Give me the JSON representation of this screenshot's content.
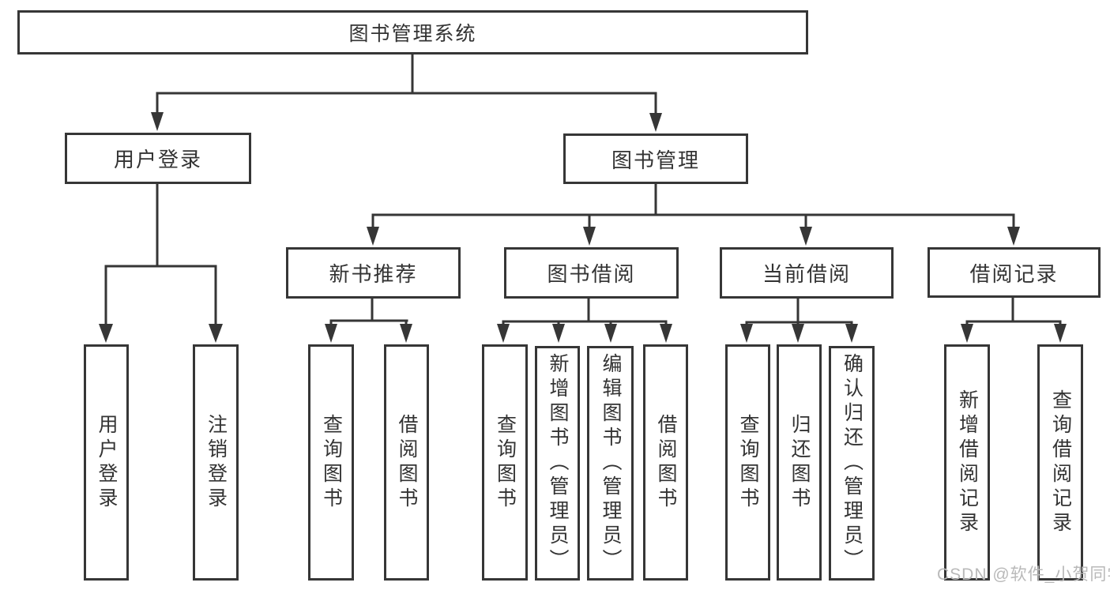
{
  "tree": {
    "root": "图书管理系统",
    "branches": [
      {
        "label": "用户登录",
        "children": [
          "用户登录",
          "注销登录"
        ]
      },
      {
        "label": "图书管理",
        "groups": [
          {
            "label": "新书推荐",
            "children": [
              "查询图书",
              "借阅图书"
            ]
          },
          {
            "label": "图书借阅",
            "children": [
              "查询图书",
              "新增图书（管理员）",
              "编辑图书（管理员）",
              "借阅图书"
            ]
          },
          {
            "label": "当前借阅",
            "children": [
              "查询图书",
              "归还图书",
              "确认归还（管理员）"
            ]
          },
          {
            "label": "借阅记录",
            "children": [
              "新增借阅记录",
              "查询借阅记录"
            ]
          }
        ]
      }
    ]
  },
  "watermark": {
    "text": "CSDN @软件_小贺同学"
  },
  "colors": {
    "line": "#363636",
    "text": "#333333",
    "watermark": "#b9b9b9",
    "background": "#ffffff"
  }
}
